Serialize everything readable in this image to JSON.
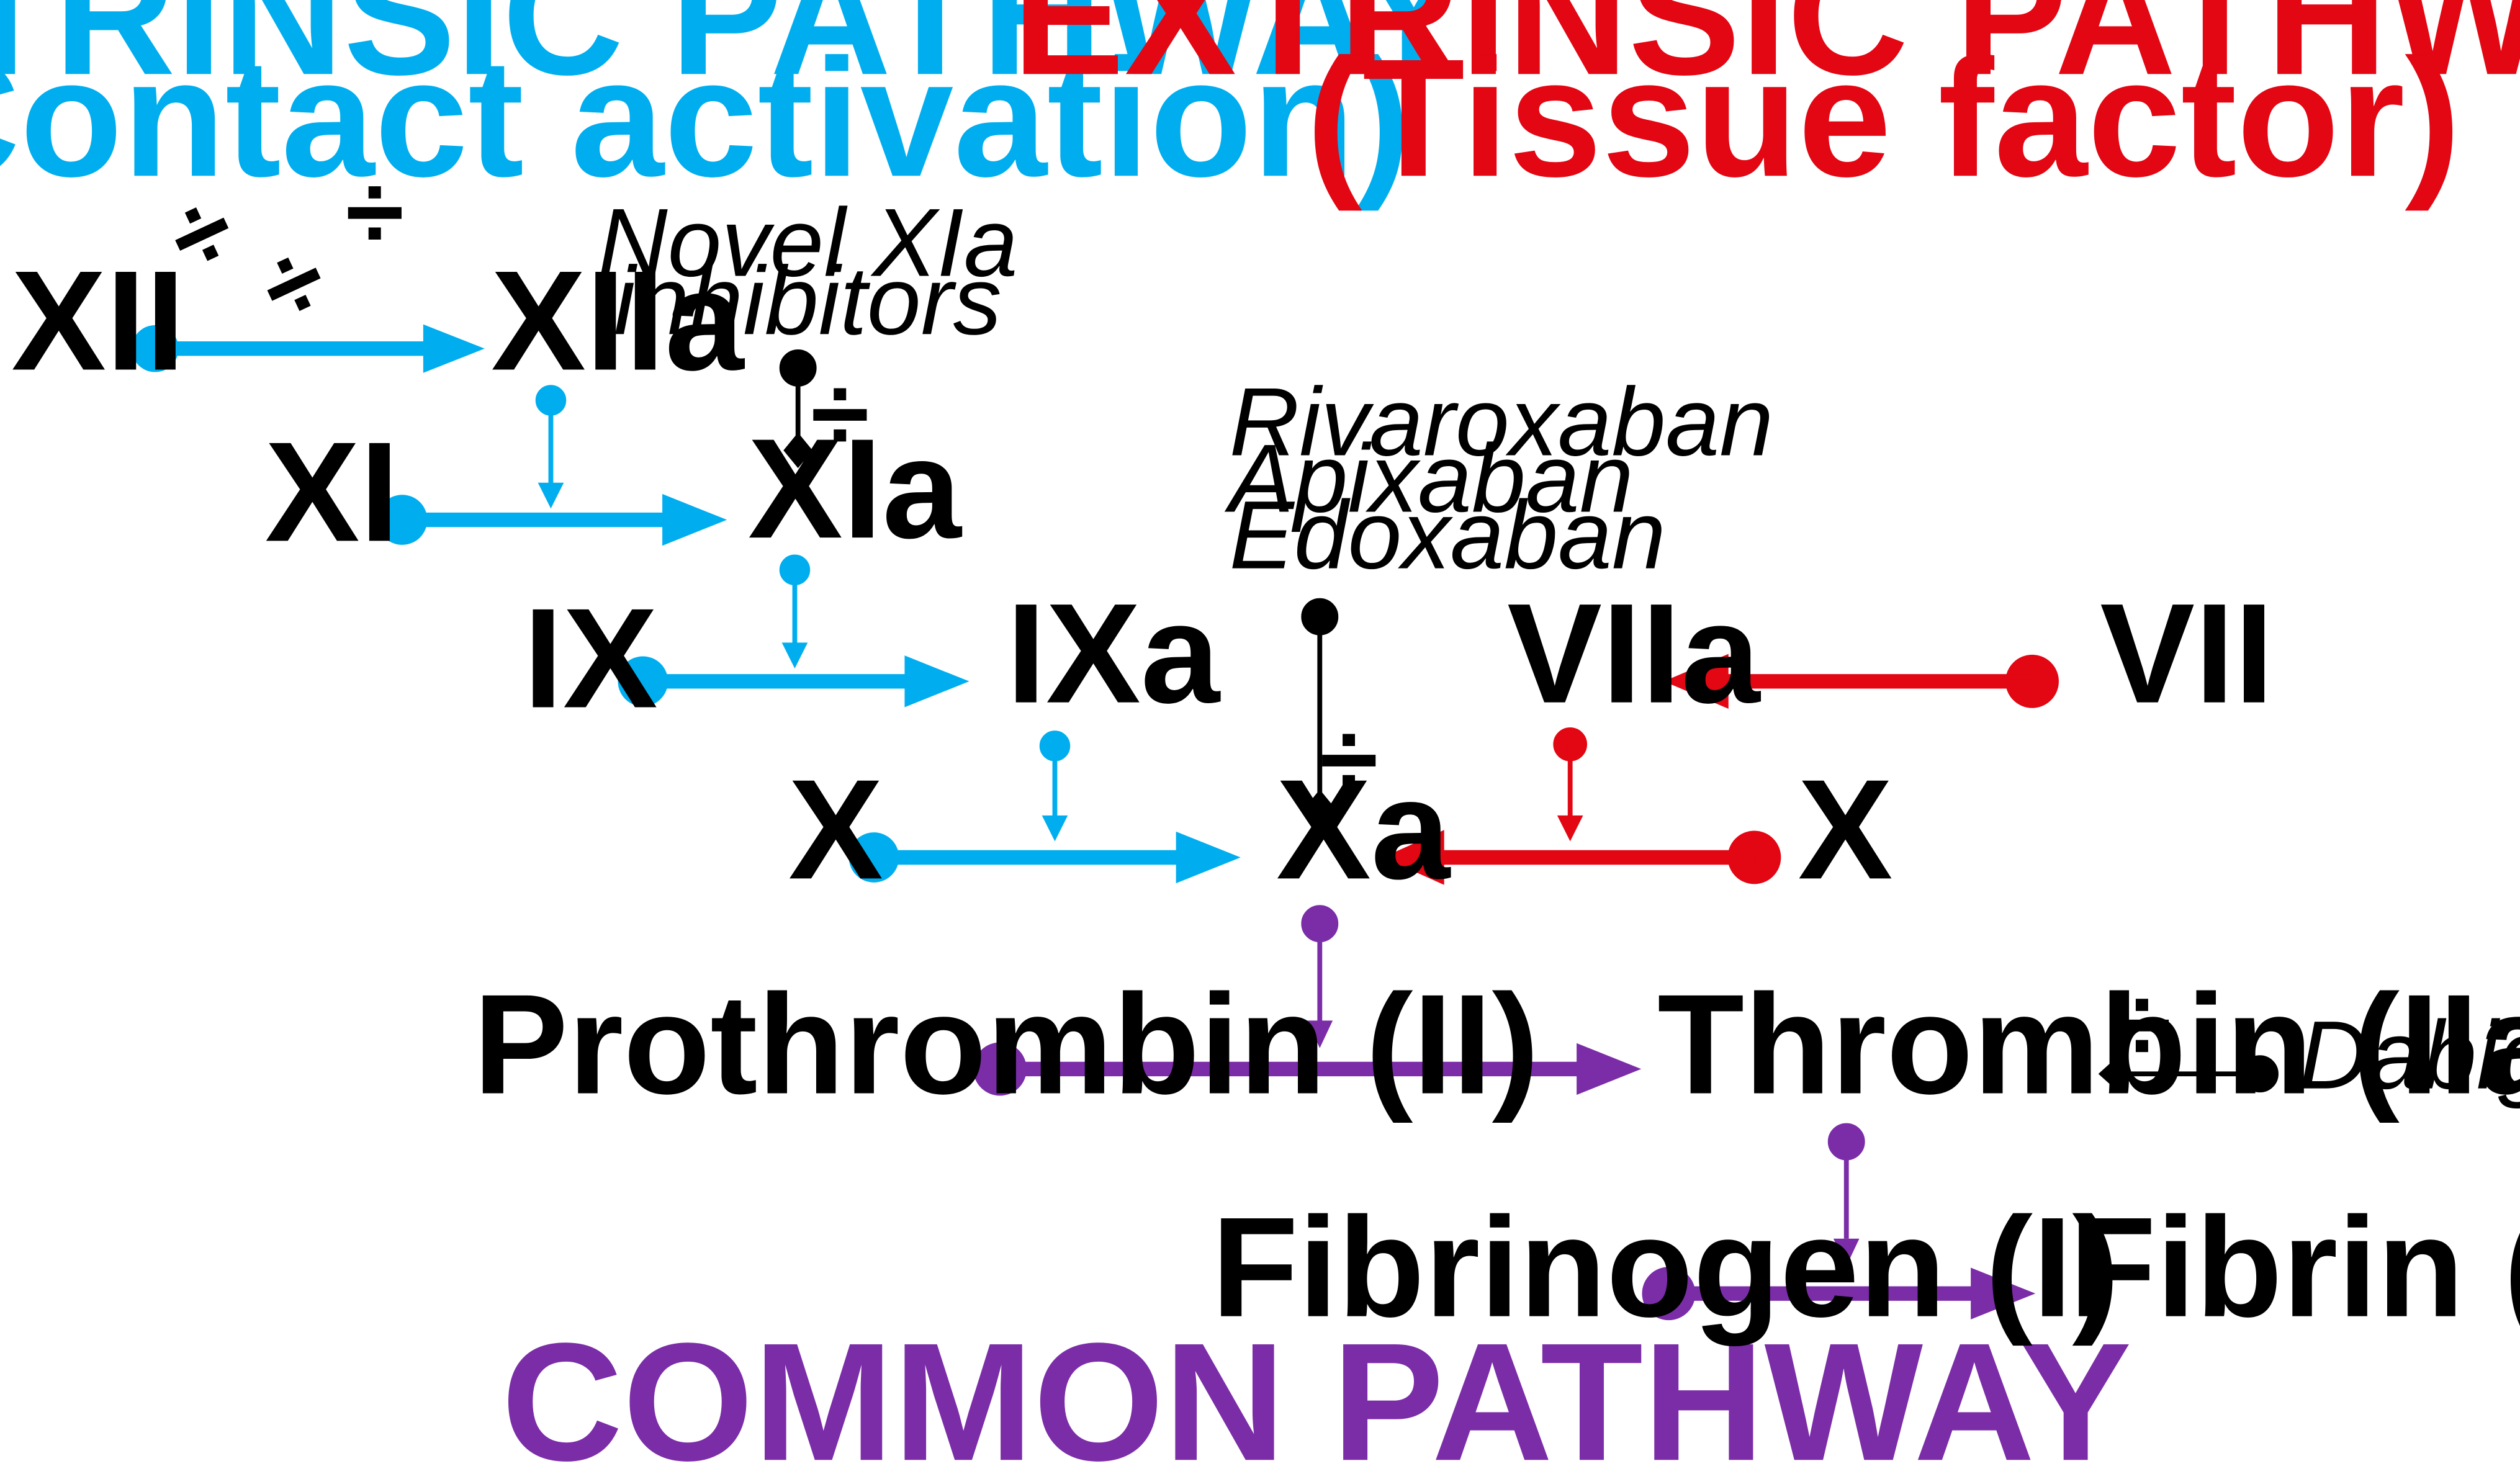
{
  "colors": {
    "intrinsic": "#00AEEF",
    "extrinsic": "#E30613",
    "common": "#7B2DA8",
    "inhibitor": "#000000",
    "text": "#000000"
  },
  "headers": {
    "intrinsic_line1": "INTRINSIC PATHWAY",
    "intrinsic_line2": "(Contact activation)",
    "extrinsic_line1": "EXTRINSIC PATHWAY",
    "extrinsic_line2": "(Tissue factor)",
    "common": "COMMON PATHWAY"
  },
  "nodes": {
    "xii": "XII",
    "xiia": "XIIa",
    "xi": "XI",
    "xia": "XIa",
    "ix": "IX",
    "ixa": "IXa",
    "x_left": "X",
    "xa": "Xa",
    "x_right": "X",
    "viia": "VIIa",
    "vii": "VII",
    "prothrombin": "Prothrombin (II)",
    "thrombin": "Thrombin (IIa)",
    "fibrinogen": "Fibrinogen (I)",
    "fibrin": "Fibrin (Ia)"
  },
  "inhibitors": {
    "xia_line1": "Novel XIa",
    "xia_line2": "inhibitors",
    "xa_line1": "Rivaroxaban",
    "xa_line2": "Apixaban",
    "xa_line3": "Edoxaban",
    "thrombin": "Dabigatran"
  },
  "symbols": {
    "inhibit": "÷"
  }
}
